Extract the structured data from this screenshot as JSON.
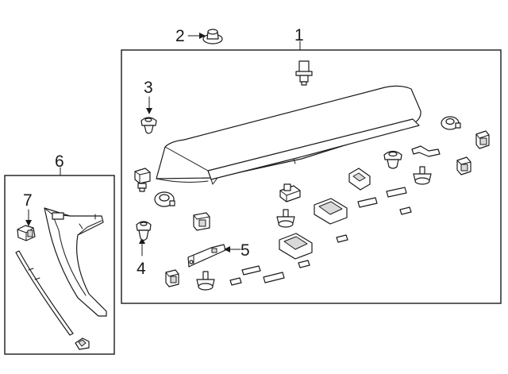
{
  "diagram": {
    "callouts": [
      {
        "id": "1",
        "label": "1"
      },
      {
        "id": "2",
        "label": "2"
      },
      {
        "id": "3",
        "label": "3"
      },
      {
        "id": "4",
        "label": "4"
      },
      {
        "id": "5",
        "label": "5"
      },
      {
        "id": "6",
        "label": "6"
      },
      {
        "id": "7",
        "label": "7"
      }
    ],
    "colors": {
      "line": "#1a1a1a",
      "background": "#ffffff",
      "shade": "#d9d9d9"
    }
  }
}
